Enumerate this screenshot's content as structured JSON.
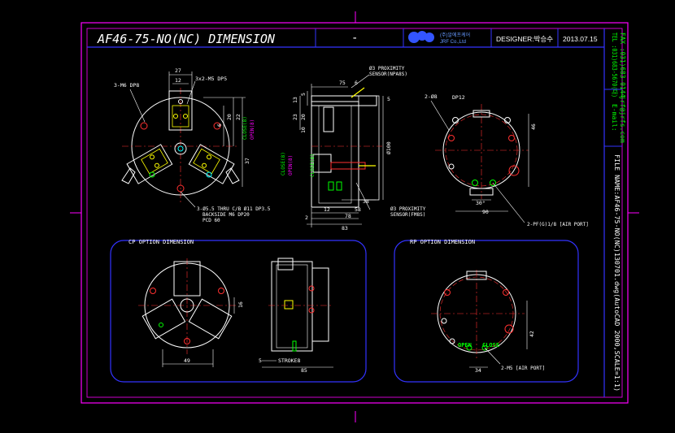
{
  "title": "AF46-75-NO(NC) DIMENSION",
  "title_dash": "-",
  "company": {
    "kr": "(주)알에프케어",
    "en": "JRF Co.,Ltd"
  },
  "designer_label": "DESIGNER:박승수",
  "date": "2013.07.15",
  "contact": {
    "tel": "TEL :031)683-5670(대)",
    "fax": "FAX :031)683-0144",
    "email_label": "E-mail:",
    "email": "jrf@jrfs.com"
  },
  "file_name": "FILE NAME:AF46-75-NO(NC)130701.dwg(AutoCAD 2000,SCALE=1:1)",
  "sections": {
    "cp": "CP OPTION DIMENSION",
    "rp": "RP OPTION DIMENSION"
  },
  "front": {
    "holes_dp": "3-M6 DP8",
    "holes_dp_label": "DP8",
    "slot": "3x2-M5 DP5",
    "dim_27": "27",
    "dim_12": "12",
    "dim_6": "6",
    "dim_20": "20",
    "dim_22": "22",
    "dim_37": "37",
    "close_label": "CLOSE(8)",
    "open_label": "OPEN(8)",
    "thru_line1": "3-Ø5.5 THRU C/B Ø11 DP3.5",
    "thru_line2": "BACKSIDE M6 DP20",
    "thru_line3": "PCD 60"
  },
  "side": {
    "sensor_top_1": "Ø3 PROXIMITY",
    "sensor_top_2": "SENSOR(NPA8S)",
    "dim_75": "75",
    "dim_6": "6",
    "dim_13": "13",
    "dim_5": "5",
    "dim_23": "23",
    "dim_20": "20",
    "dim_10": "10",
    "dim_100": "Ø100",
    "dim_38": "38",
    "dim_12": "12",
    "dim_58": "58",
    "dim_78": "78",
    "dim_83": "83",
    "dim_2": "2",
    "close_label": "CLOSE(8)",
    "open_label": "OPEN(8)",
    "sensor_bot_1": "Ø3 PROXIMITY",
    "sensor_bot_2": "SENSOR(FM8S)"
  },
  "back": {
    "holes": "2-Ø8",
    "holes_depth": "DP12",
    "dim_46": "46",
    "dim_30": "30°",
    "dim_90": "90",
    "port": "2-PF(G)1/8 [AIR PORT]"
  },
  "cp": {
    "dim_16": "16",
    "dim_49": "49",
    "dim_5": "5",
    "stroke": "STROKE8",
    "dim_85": "85"
  },
  "rp": {
    "dim_42": "42",
    "dim_34": "34",
    "open": "OPEN",
    "close": "CLOSE",
    "port": "2-M5 [AIR PORT]"
  },
  "colors": {
    "frame": "#ff00ff",
    "border": "#3333ff",
    "line": "#ffffff",
    "dim": "#ffffff",
    "green": "#00ff00",
    "yellow": "#ffff00",
    "red": "#ff3030",
    "cyan": "#00ffff"
  }
}
